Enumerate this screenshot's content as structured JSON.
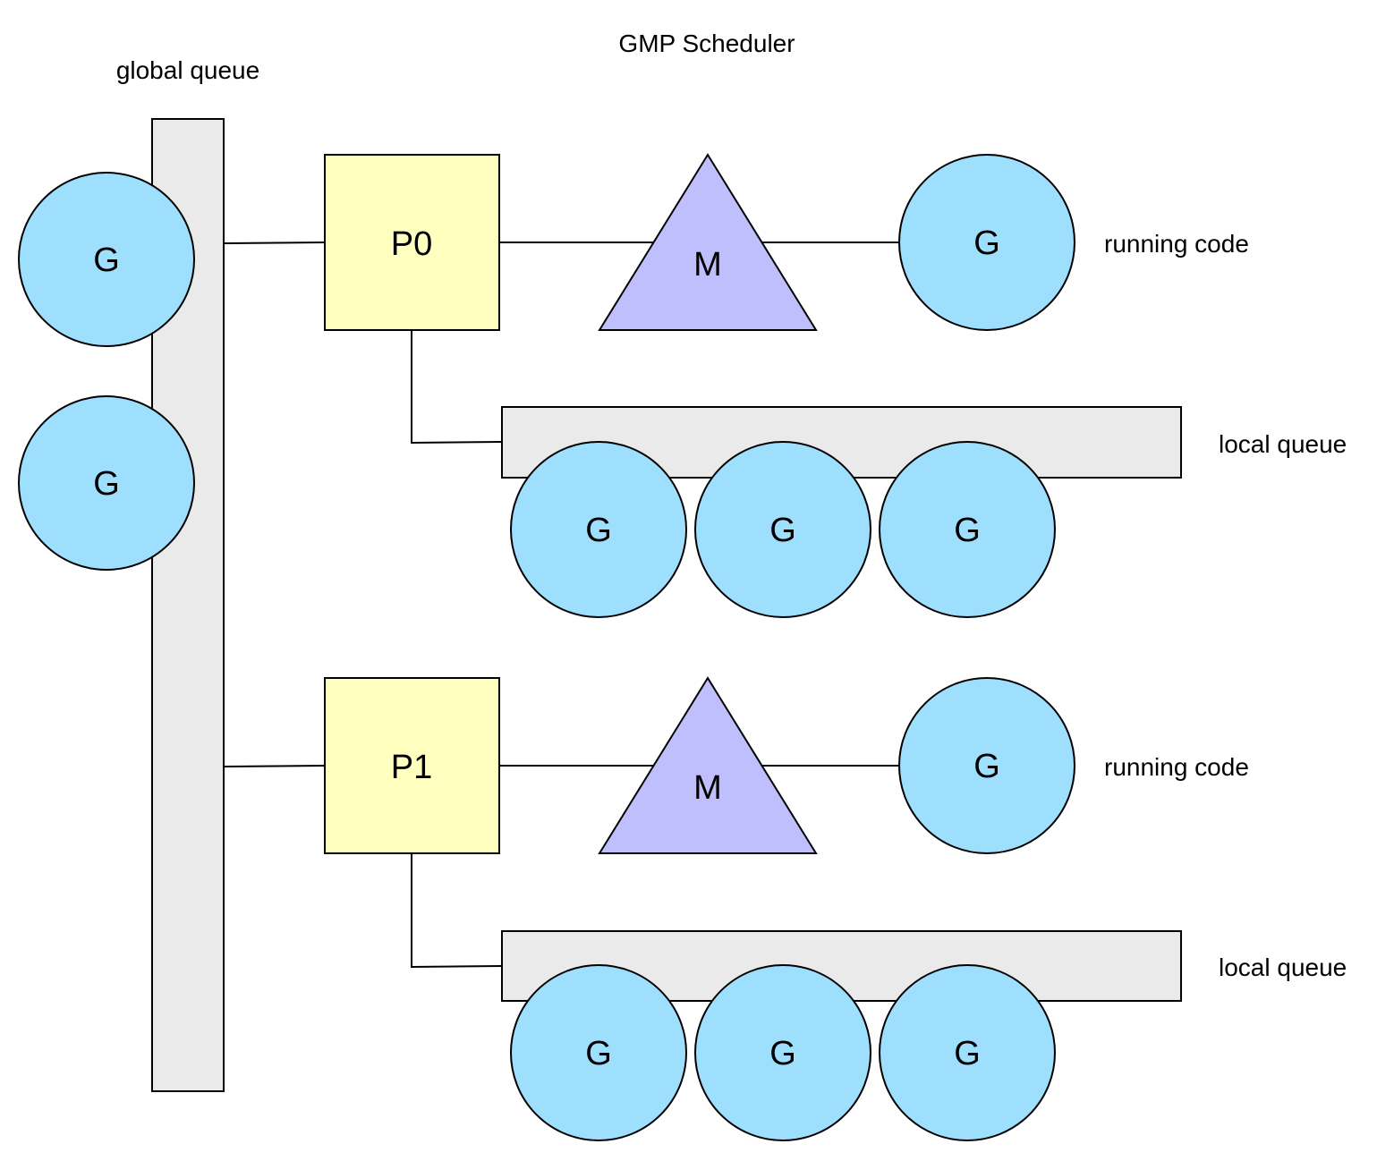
{
  "title": "GMP Scheduler",
  "global_queue": {
    "label": "global queue",
    "goroutines": [
      "G",
      "G"
    ]
  },
  "processors": [
    {
      "label": "P0",
      "machine": "M",
      "running": {
        "label": "G",
        "note": "running code"
      },
      "local_queue": {
        "label": "local queue",
        "goroutines": [
          "G",
          "G",
          "G"
        ]
      }
    },
    {
      "label": "P1",
      "machine": "M",
      "running": {
        "label": "G",
        "note": "running code"
      },
      "local_queue": {
        "label": "local queue",
        "goroutines": [
          "G",
          "G",
          "G"
        ]
      }
    }
  ],
  "colors": {
    "goroutine": "#9ddffd",
    "processor": "#ffffc0",
    "machine": "#bfbffd",
    "queue": "#eaeaea",
    "stroke": "#000000"
  }
}
